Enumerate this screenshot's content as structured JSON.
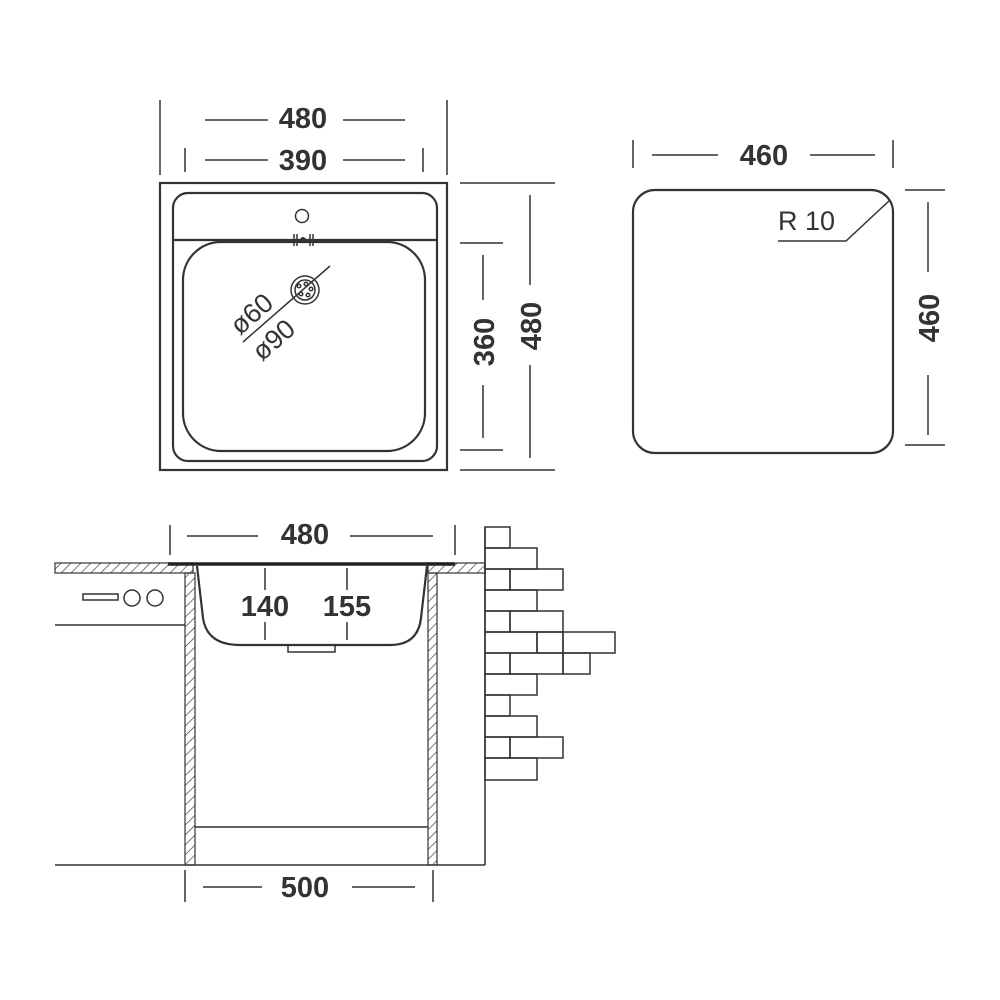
{
  "top_view": {
    "width_outer": "480",
    "width_inner": "390",
    "height_outer": "480",
    "height_bowl": "360",
    "drain_small": "ø60",
    "drain_large": "ø90"
  },
  "cutout_view": {
    "width": "460",
    "height": "460",
    "radius": "R 10"
  },
  "side_view": {
    "width": "480",
    "depth_1": "140",
    "depth_2": "155",
    "cabinet_width": "500"
  }
}
